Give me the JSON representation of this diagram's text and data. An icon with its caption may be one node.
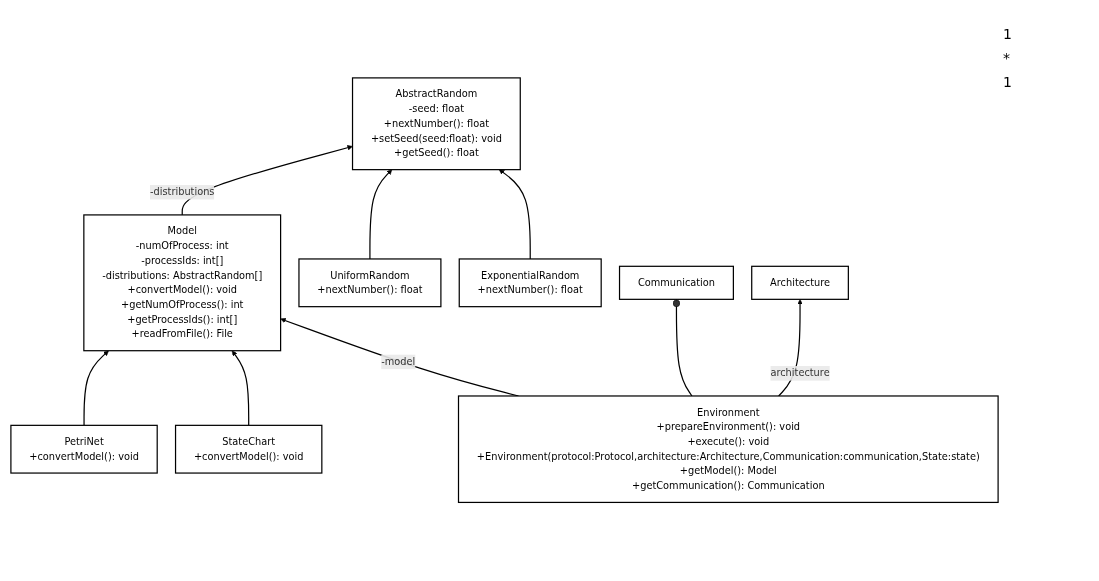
{
  "diagram": {
    "nodes": [
      {
        "text": [
          "Model",
          "-numOfProcess: int",
          "-processIds: int[]",
          "-distributions: AbstractRandom[]",
          "+convertModel(): void",
          "+getNumOfProcess(): int",
          "+getProcessIds(): int[]",
          "+readFromFile(): File"
        ]
      },
      {
        "text": [
          "AbstractRandom",
          "-seed: float",
          "+nextNumber(): float",
          "+setSeed(seed:float): void",
          "+getSeed(): float"
        ]
      },
      {
        "text": [
          "PetriNet",
          "+convertModel(): void"
        ]
      },
      {
        "text": [
          "StateChart",
          "+convertModel(): void"
        ]
      },
      {
        "text": [
          "UniformRandom",
          "+nextNumber(): float"
        ]
      },
      {
        "text": [
          "ExponentialRandom",
          "+nextNumber(): float"
        ]
      },
      {
        "text": [
          "Environment",
          "+prepareEnvironment(): void",
          "+execute(): void",
          "+Environment(protocol:Protocol,architecture:Architecture,Communication:communication,State:state)",
          "+getModel(): Model",
          "+getCommunication(): Communication"
        ]
      },
      {
        "text": [
          "Communication"
        ]
      },
      {
        "text": [
          "Architecture"
        ]
      }
    ],
    "edges": [
      {
        "from": 0,
        "to": 1,
        "arrow": "to",
        "label": "-distributions"
      },
      {
        "from": 2,
        "to": 0,
        "arrow": "to"
      },
      {
        "from": 3,
        "to": 0,
        "arrow": "to"
      },
      {
        "from": 4,
        "to": 1,
        "arrow": "to"
      },
      {
        "from": 5,
        "to": 1,
        "arrow": "to"
      },
      {
        "from": 6,
        "to": 0,
        "arrow": "to",
        "label": "-model"
      },
      {
        "from": 6,
        "to": 7,
        "arrow": "other"
      },
      {
        "from": 6,
        "to": 8,
        "arrow": "to",
        "label": "architecture"
      }
    ],
    "labels": [
      "1",
      "*",
      "1"
    ]
  }
}
